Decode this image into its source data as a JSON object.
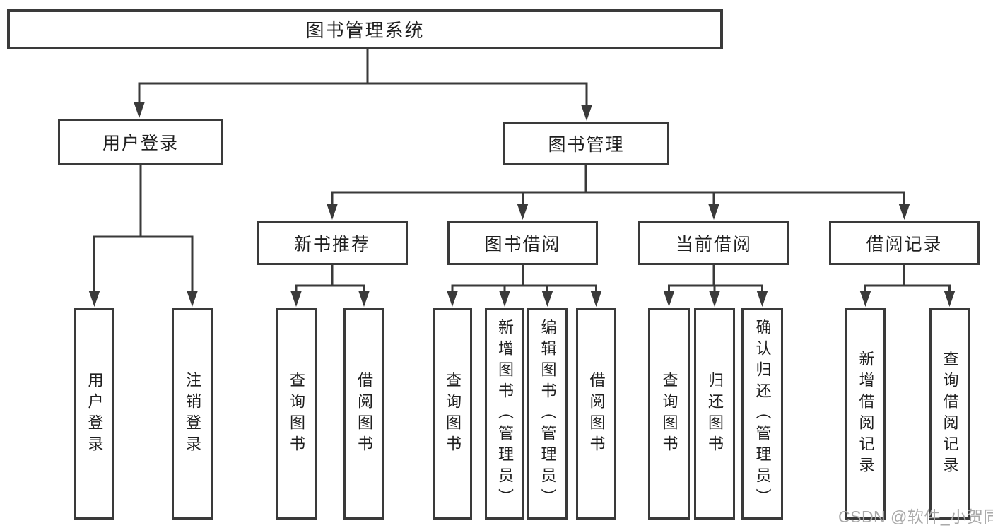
{
  "diagram_type": "hierarchy-tree",
  "colors": {
    "line": "#3a3a3a",
    "box_border": "#3a3a3a",
    "text": "#1f1f1f",
    "watermark": "#a9a9a9",
    "background": "#ffffff"
  },
  "watermark": {
    "text": "CSDN @软件_小贺同学"
  },
  "tree": {
    "label": "图书管理系统",
    "children": [
      {
        "label": "用户登录",
        "children": [
          {
            "label": "用户登录"
          },
          {
            "label": "注销登录"
          }
        ]
      },
      {
        "label": "图书管理",
        "children": [
          {
            "label": "新书推荐",
            "children": [
              {
                "label": "查询图书"
              },
              {
                "label": "借阅图书"
              }
            ]
          },
          {
            "label": "图书借阅",
            "children": [
              {
                "label": "查询图书"
              },
              {
                "label": "新增图书（管理员）"
              },
              {
                "label": "编辑图书（管理员）"
              },
              {
                "label": "借阅图书"
              }
            ]
          },
          {
            "label": "当前借阅",
            "children": [
              {
                "label": "查询图书"
              },
              {
                "label": "归还图书"
              },
              {
                "label": "确认归还（管理员）"
              }
            ]
          },
          {
            "label": "借阅记录",
            "children": [
              {
                "label": "新增借阅记录"
              },
              {
                "label": "查询借阅记录"
              }
            ]
          }
        ]
      }
    ]
  }
}
